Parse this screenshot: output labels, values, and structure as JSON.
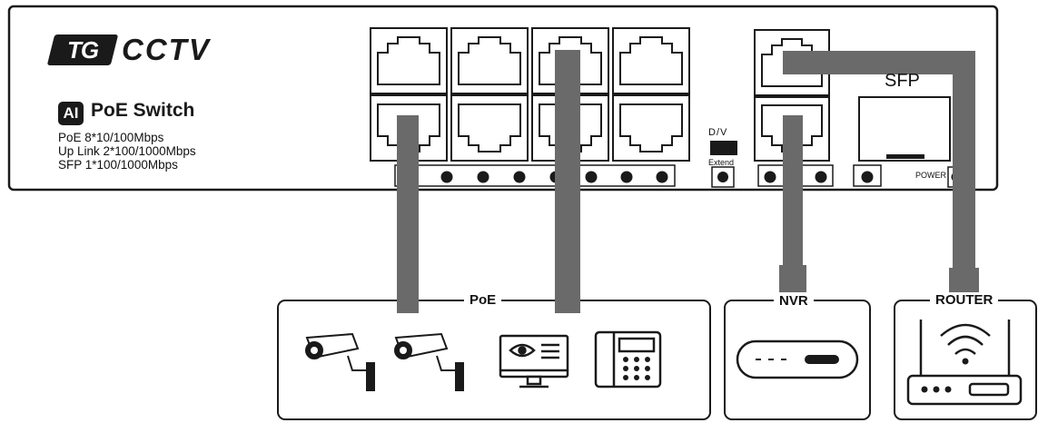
{
  "brand": {
    "logo_mark": "TG",
    "logo_text": "CCTV"
  },
  "product": {
    "ai_badge": "AI",
    "name": "PoE Switch"
  },
  "specs": [
    "PoE 8*10/100Mbps",
    "Up Link 2*100/1000Mbps",
    "SFP 1*100/1000Mbps"
  ],
  "panel": {
    "dv_label": "D/V",
    "extend_label": "Extend",
    "sfp_label": "SFP",
    "power_label": "POWER"
  },
  "devices": {
    "poe_label": "PoE",
    "nvr_label": "NVR",
    "router_label": "ROUTER",
    "poe_items": [
      "camera-icon",
      "camera-icon",
      "monitor-icon",
      "ip-phone-icon"
    ]
  },
  "colors": {
    "cable": "#6a6a6a",
    "device": "#1a1a1a",
    "background": "#ffffff"
  }
}
